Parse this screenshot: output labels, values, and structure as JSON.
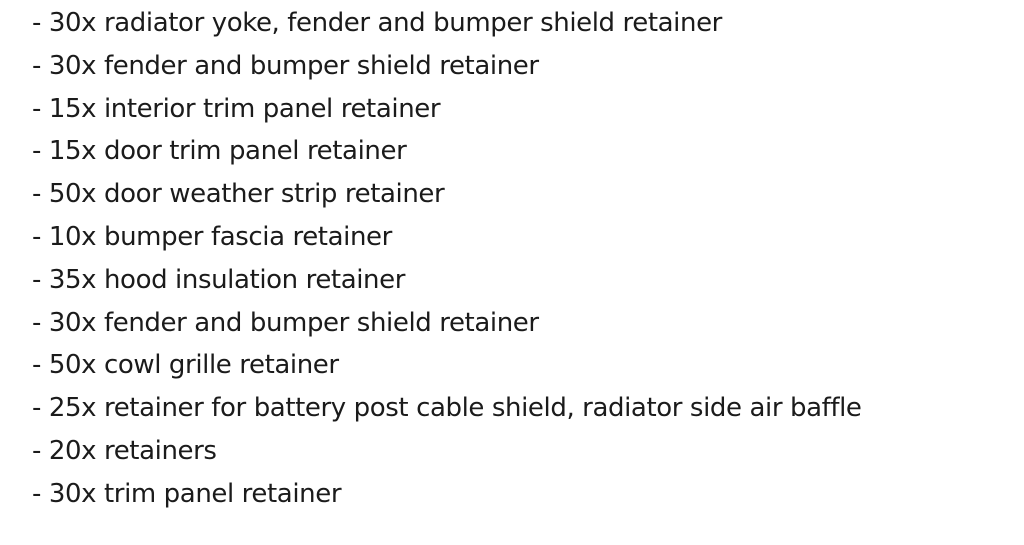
{
  "items": [
    "- 30x radiator yoke, fender and bumper shield retainer",
    "- 30x fender and bumper shield retainer",
    "- 15x interior trim panel retainer",
    "- 15x door trim panel retainer",
    "- 50x door weather strip retainer",
    "- 10x bumper fascia retainer",
    "- 35x hood insulation retainer",
    "- 30x fender and bumper shield retainer",
    "- 50x cowl grille retainer",
    "- 25x retainer for battery post cable shield, radiator side air baffle",
    "- 20x retainers",
    "- 30x trim panel retainer"
  ]
}
